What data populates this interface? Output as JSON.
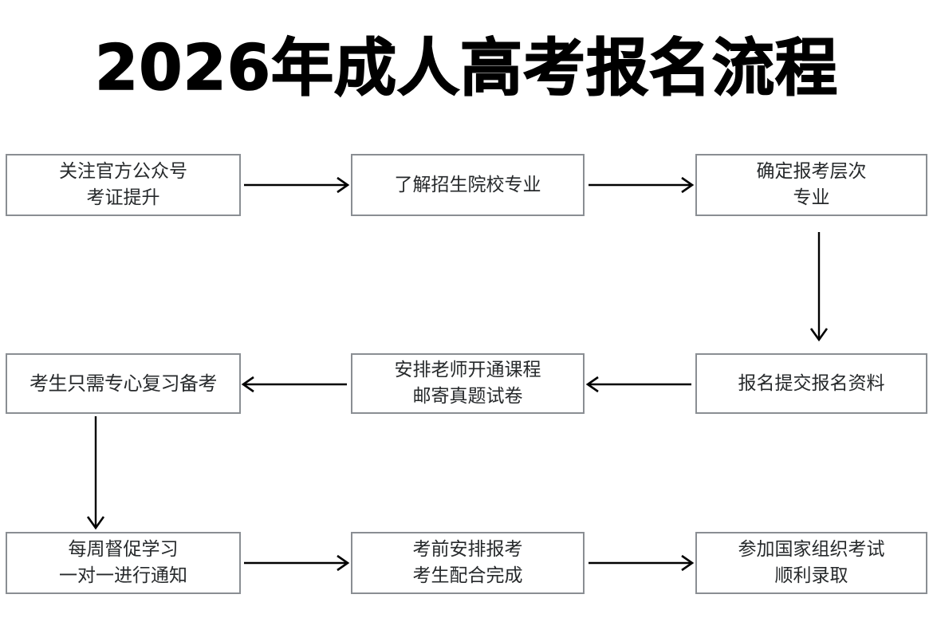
{
  "title": "2026年成人高考报名流程",
  "colors": {
    "title_text": "#000000",
    "box_border": "#8a8e93",
    "box_fill": "#ffffff",
    "box_text": "#26292b",
    "arrow": "#000000",
    "background": "#ffffff"
  },
  "chart_data": {
    "type": "diagram",
    "title": "2026年成人高考报名流程",
    "layout": "3x3 grid, serpentine / boustrophedon flow",
    "nodes": [
      {
        "id": "n1",
        "row": 1,
        "col": 1,
        "lines": [
          "关注官方公众号",
          "考证提升"
        ]
      },
      {
        "id": "n2",
        "row": 1,
        "col": 2,
        "lines": [
          "了解招生院校专业"
        ]
      },
      {
        "id": "n3",
        "row": 1,
        "col": 3,
        "lines": [
          "确定报考层次",
          "专业"
        ]
      },
      {
        "id": "n4",
        "row": 2,
        "col": 3,
        "lines": [
          "报名提交报名资料"
        ]
      },
      {
        "id": "n5",
        "row": 2,
        "col": 2,
        "lines": [
          "安排老师开通课程",
          "邮寄真题试卷"
        ]
      },
      {
        "id": "n6",
        "row": 2,
        "col": 1,
        "lines": [
          "考生只需专心复习备考"
        ]
      },
      {
        "id": "n7",
        "row": 3,
        "col": 1,
        "lines": [
          "每周督促学习",
          "一对一进行通知"
        ]
      },
      {
        "id": "n8",
        "row": 3,
        "col": 2,
        "lines": [
          "考前安排报考",
          "考生配合完成"
        ]
      },
      {
        "id": "n9",
        "row": 3,
        "col": 3,
        "lines": [
          "参加国家组织考试",
          "顺利录取"
        ]
      }
    ],
    "edges": [
      {
        "from": "n1",
        "to": "n2",
        "direction": "right"
      },
      {
        "from": "n2",
        "to": "n3",
        "direction": "right"
      },
      {
        "from": "n3",
        "to": "n4",
        "direction": "down"
      },
      {
        "from": "n4",
        "to": "n5",
        "direction": "left"
      },
      {
        "from": "n5",
        "to": "n6",
        "direction": "left"
      },
      {
        "from": "n6",
        "to": "n7",
        "direction": "down"
      },
      {
        "from": "n7",
        "to": "n8",
        "direction": "right"
      },
      {
        "from": "n8",
        "to": "n9",
        "direction": "right"
      }
    ]
  },
  "boxes": {
    "r1c1": {
      "line1": "关注官方公众号",
      "line2": "考证提升"
    },
    "r1c2": {
      "line1": "了解招生院校专业"
    },
    "r1c3": {
      "line1": "确定报考层次",
      "line2": "专业"
    },
    "r2c1": {
      "line1": "考生只需专心复习备考"
    },
    "r2c2": {
      "line1": "安排老师开通课程",
      "line2": "邮寄真题试卷"
    },
    "r2c3": {
      "line1": "报名提交报名资料"
    },
    "r3c1": {
      "line1": "每周督促学习",
      "line2": "一对一进行通知"
    },
    "r3c2": {
      "line1": "考前安排报考",
      "line2": "考生配合完成"
    },
    "r3c3": {
      "line1": "参加国家组织考试",
      "line2": "顺利录取"
    }
  }
}
